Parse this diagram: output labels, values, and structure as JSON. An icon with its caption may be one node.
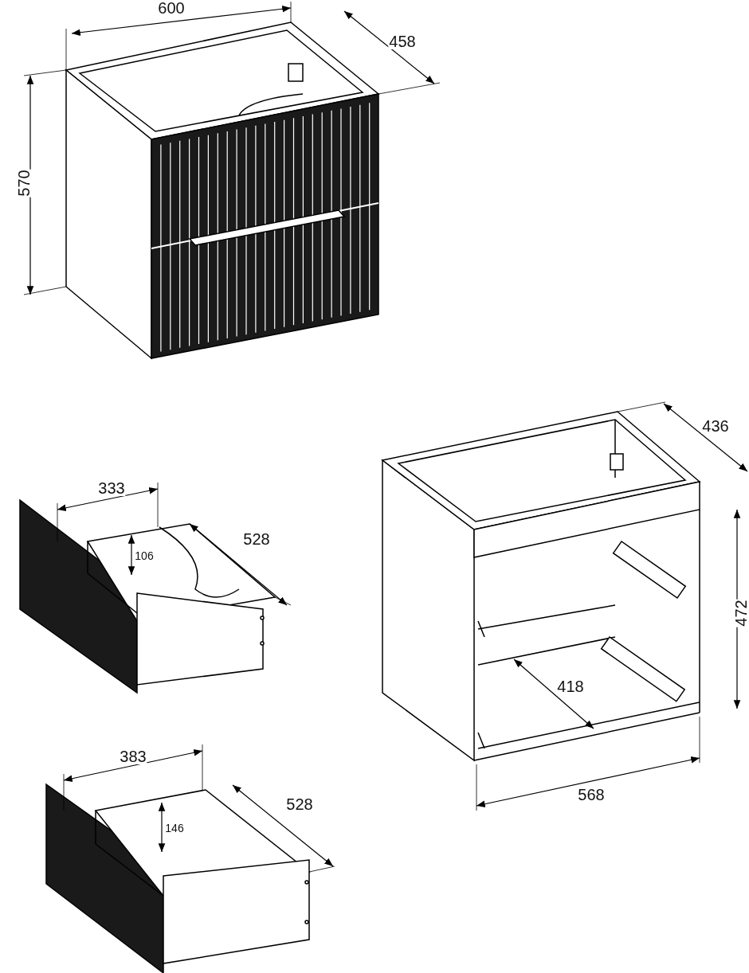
{
  "diagram": {
    "labels": [
      "600",
      "458",
      "570",
      "436",
      "333",
      "528",
      "106",
      "472",
      "418",
      "383",
      "568",
      "528",
      "146"
    ]
  }
}
